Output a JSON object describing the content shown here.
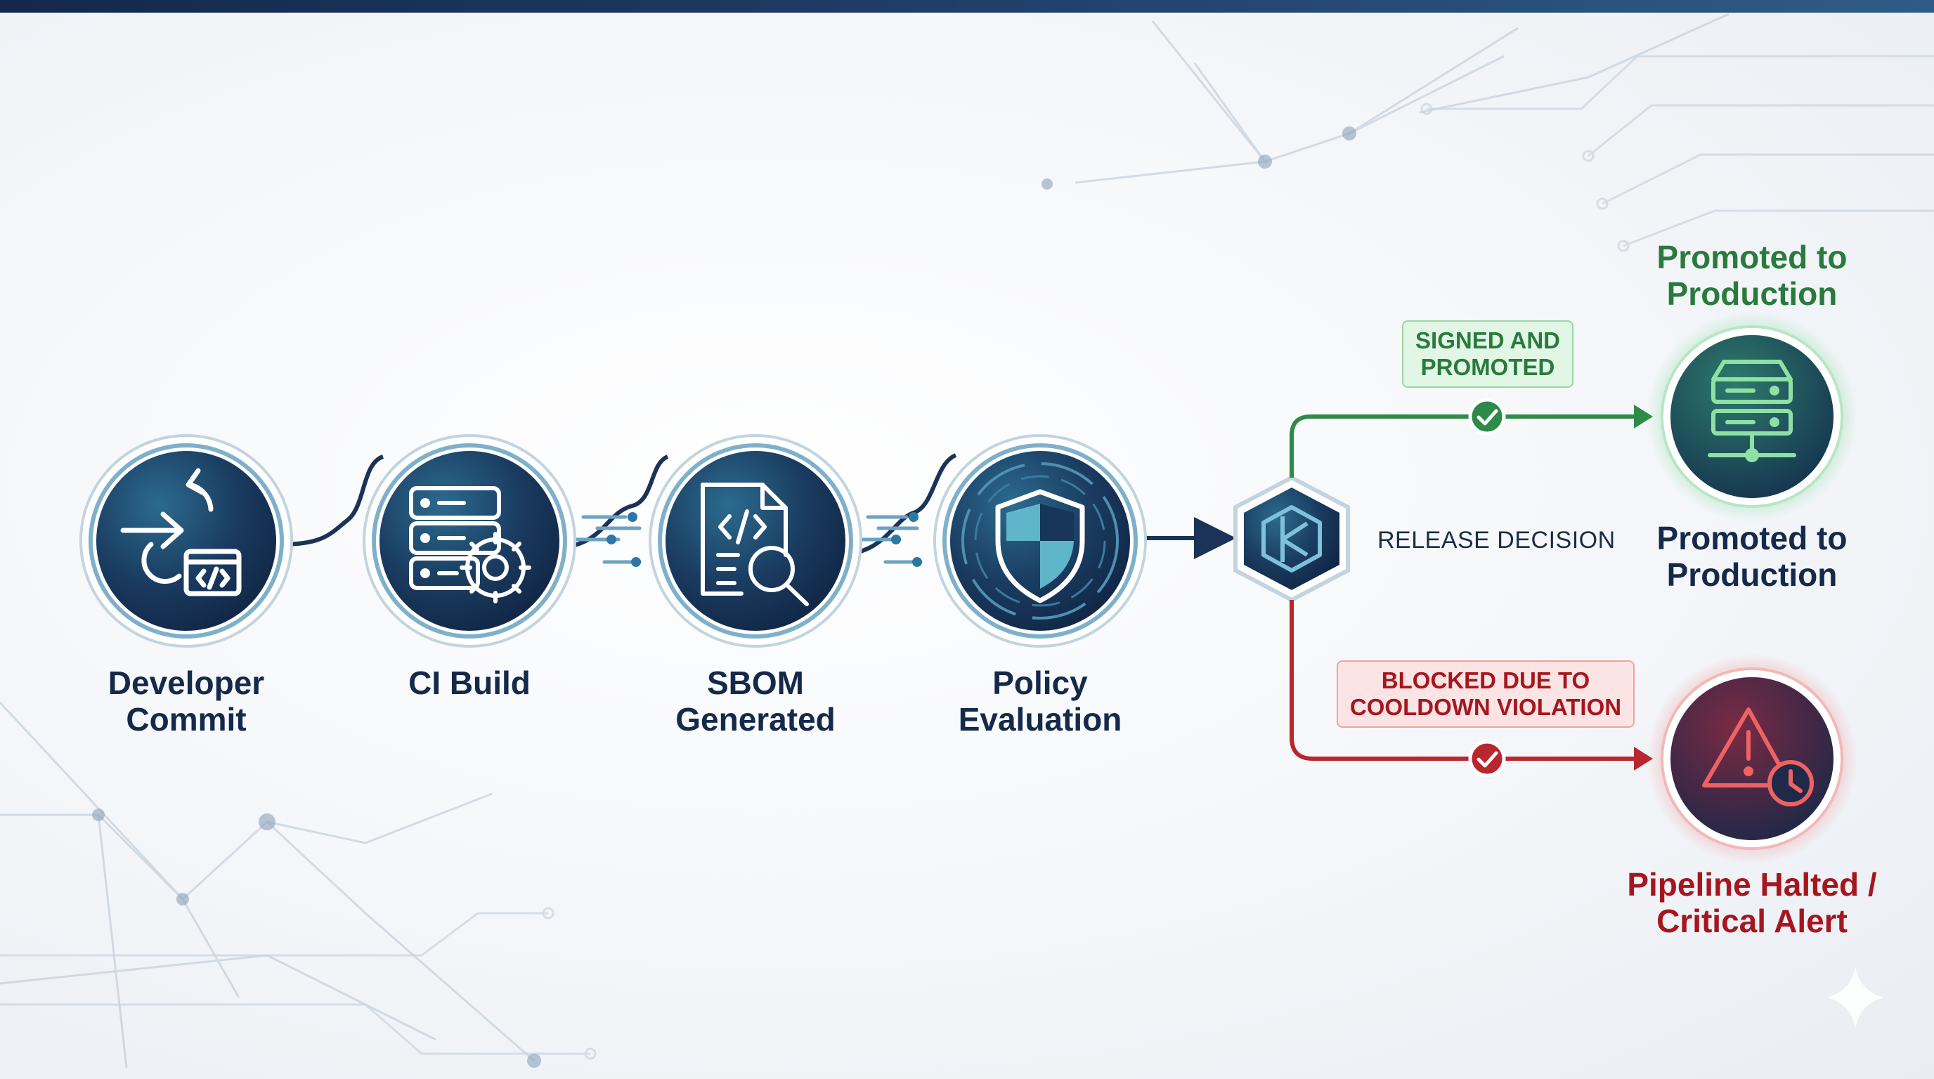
{
  "stages": [
    {
      "id": "commit",
      "line1": "Developer",
      "line2": "Commit",
      "icon": "commit-arrows-code-icon"
    },
    {
      "id": "build",
      "line1": "CI Build",
      "line2": "",
      "icon": "server-gear-icon"
    },
    {
      "id": "sbom",
      "line1": "SBOM",
      "line2": "Generated",
      "icon": "document-code-search-icon"
    },
    {
      "id": "policy",
      "line1": "Policy",
      "line2": "Evaluation",
      "icon": "shield-icon"
    }
  ],
  "decision": {
    "label": "RELEASE DECISION",
    "icon": "hexagon-decision-icon"
  },
  "success": {
    "badge_line1": "SIGNED AND",
    "badge_line2": "PROMOTED",
    "top_line1": "Promoted to",
    "top_line2": "Production",
    "bottom_line1": "Promoted to",
    "bottom_line2": "Production",
    "icon": "server-stack-icon",
    "color": "#2e8b47"
  },
  "failure": {
    "badge_line1": "BLOCKED DUE TO",
    "badge_line2": "COOLDOWN VIOLATION",
    "line1": "Pipeline Halted /",
    "line2": "Critical Alert",
    "icon": "warning-clock-icon",
    "color": "#b8262e"
  },
  "colors": {
    "node_dark": "#13284a",
    "node_teal": "#2a6d8f",
    "ring": "#8fb4c9",
    "primary": "#1a3357"
  }
}
